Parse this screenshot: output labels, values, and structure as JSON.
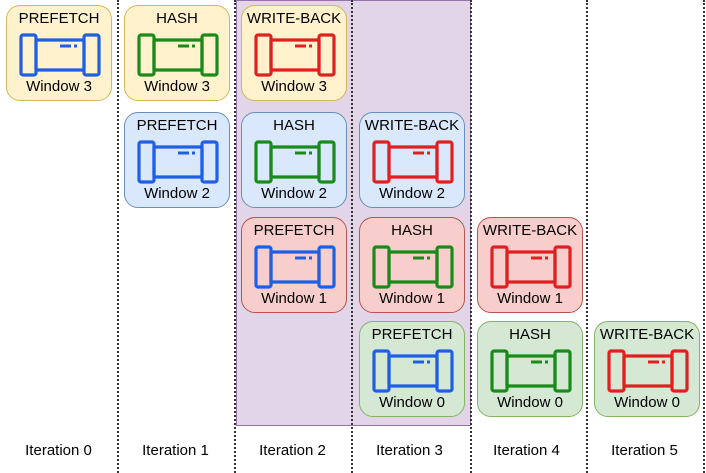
{
  "colors": {
    "prefetch_icon": "#1f5fe6",
    "hash_icon": "#1a8a1a",
    "writeback_icon": "#e02020",
    "card_yellow_fill": "#fff2cc",
    "card_yellow_stroke": "#d6b656",
    "card_blue_fill": "#dae8fc",
    "card_blue_stroke": "#6c8ebf",
    "card_red_fill": "#f8cecc",
    "card_red_stroke": "#b85450",
    "card_green_fill": "#d5e8d4",
    "card_green_stroke": "#82b366",
    "highlight_fill": "#e1d5e7"
  },
  "iterations": [
    "Iteration 0",
    "Iteration 1",
    "Iteration 2",
    "Iteration 3",
    "Iteration 4",
    "Iteration 5"
  ],
  "cards": [
    {
      "stage": "PREFETCH",
      "window": "Window 3",
      "theme": "yellow",
      "icon": "pipe-icon",
      "icon_color": "prefetch"
    },
    {
      "stage": "HASH",
      "window": "Window 3",
      "theme": "yellow",
      "icon": "pipe-icon",
      "icon_color": "hash"
    },
    {
      "stage": "PREFETCH",
      "window": "Window 2",
      "theme": "blue",
      "icon": "pipe-icon",
      "icon_color": "prefetch"
    },
    {
      "stage": "WRITE-BACK",
      "window": "Window 3",
      "theme": "yellow",
      "icon": "pipe-icon",
      "icon_color": "writeback"
    },
    {
      "stage": "HASH",
      "window": "Window 2",
      "theme": "blue",
      "icon": "pipe-icon",
      "icon_color": "hash"
    },
    {
      "stage": "PREFETCH",
      "window": "Window 1",
      "theme": "red",
      "icon": "pipe-icon",
      "icon_color": "prefetch"
    },
    {
      "stage": "WRITE-BACK",
      "window": "Window 2",
      "theme": "blue",
      "icon": "pipe-icon",
      "icon_color": "writeback"
    },
    {
      "stage": "HASH",
      "window": "Window 1",
      "theme": "red",
      "icon": "pipe-icon",
      "icon_color": "hash"
    },
    {
      "stage": "PREFETCH",
      "window": "Window 0",
      "theme": "green",
      "icon": "pipe-icon",
      "icon_color": "prefetch"
    },
    {
      "stage": "WRITE-BACK",
      "window": "Window 1",
      "theme": "red",
      "icon": "pipe-icon",
      "icon_color": "writeback"
    },
    {
      "stage": "HASH",
      "window": "Window 0",
      "theme": "green",
      "icon": "pipe-icon",
      "icon_color": "hash"
    },
    {
      "stage": "WRITE-BACK",
      "window": "Window 0",
      "theme": "green",
      "icon": "pipe-icon",
      "icon_color": "writeback"
    }
  ]
}
